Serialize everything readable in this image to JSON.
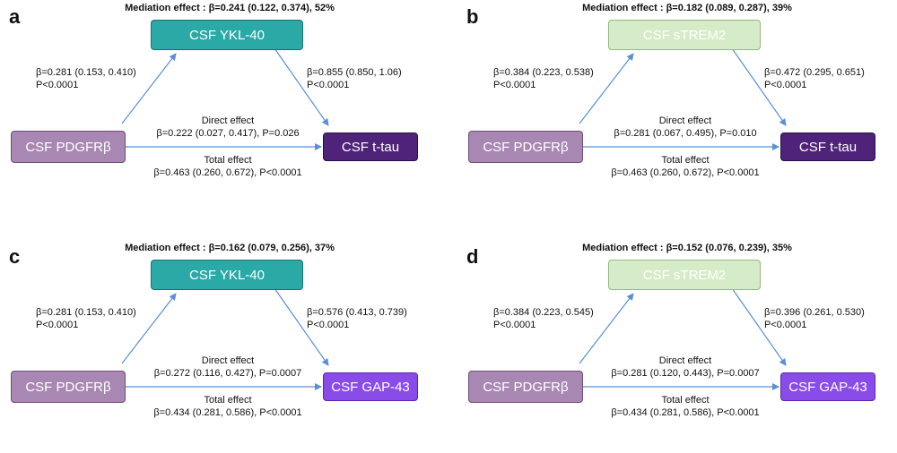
{
  "panels": [
    {
      "letter": "a",
      "mediation": "Mediation effect : β=0.241 (0.122, 0.374), 52%",
      "mediator": {
        "label": "CSF YKL-40",
        "color": "#2aa9a7",
        "border": "#15706e",
        "text": "#ffffff"
      },
      "exposure": {
        "label": "CSF PDGFRβ",
        "color": "#a888b2",
        "border": "#6f4e7a"
      },
      "outcome": {
        "label": "CSF t-tau",
        "color": "#4e2379",
        "border": "#2a0f48"
      },
      "a_path": {
        "beta": "β=0.281 (0.153, 0.410)",
        "p": "P<0.0001"
      },
      "b_path": {
        "beta": "β=0.855 (0.850, 1.06)",
        "p": "P<0.0001"
      },
      "direct": {
        "title": "Direct effect",
        "value": "β=0.222 (0.027, 0.417), P=0.026"
      },
      "total": {
        "title": "Total effect",
        "value": "β=0.463 (0.260, 0.672), P<0.0001"
      }
    },
    {
      "letter": "b",
      "mediation": "Mediation effect : β=0.182 (0.089, 0.287), 39%",
      "mediator": {
        "label": "CSF sTREM2",
        "color": "#d6ecc8",
        "border": "#93b87d",
        "text": "#ffffff"
      },
      "exposure": {
        "label": "CSF PDGFRβ",
        "color": "#a888b2",
        "border": "#6f4e7a"
      },
      "outcome": {
        "label": "CSF t-tau",
        "color": "#4e2379",
        "border": "#2a0f48"
      },
      "a_path": {
        "beta": "β=0.384 (0.223, 0.538)",
        "p": "P<0.0001"
      },
      "b_path": {
        "beta": "β=0.472 (0.295, 0.651)",
        "p": "P<0.0001"
      },
      "direct": {
        "title": "Direct effect",
        "value": "β=0.281 (0.067, 0.495), P=0.010"
      },
      "total": {
        "title": "Total effect",
        "value": "β=0.463 (0.260, 0.672), P<0.0001"
      }
    },
    {
      "letter": "c",
      "mediation": "Mediation effect : β=0.162 (0.079, 0.256), 37%",
      "mediator": {
        "label": "CSF YKL-40",
        "color": "#2aa9a7",
        "border": "#15706e",
        "text": "#ffffff"
      },
      "exposure": {
        "label": "CSF PDGFRβ",
        "color": "#a888b2",
        "border": "#6f4e7a"
      },
      "outcome": {
        "label": "CSF GAP-43",
        "color": "#8a4ce8",
        "border": "#5a24b0"
      },
      "a_path": {
        "beta": "β=0.281 (0.153, 0.410)",
        "p": "P<0.0001"
      },
      "b_path": {
        "beta": "β=0.576 (0.413, 0.739)",
        "p": "P<0.0001"
      },
      "direct": {
        "title": "Direct effect",
        "value": "β=0.272 (0.116, 0.427), P=0.0007"
      },
      "total": {
        "title": "Total effect",
        "value": "β=0.434 (0.281, 0.586), P<0.0001"
      }
    },
    {
      "letter": "d",
      "mediation": "Mediation effect : β=0.152 (0.076, 0.239), 35%",
      "mediator": {
        "label": "CSF sTREM2",
        "color": "#d6ecc8",
        "border": "#93b87d",
        "text": "#ffffff"
      },
      "exposure": {
        "label": "CSF PDGFRβ",
        "color": "#a888b2",
        "border": "#6f4e7a"
      },
      "outcome": {
        "label": "CSF GAP-43",
        "color": "#8a4ce8",
        "border": "#5a24b0"
      },
      "a_path": {
        "beta": "β=0.384 (0.223, 0.545)",
        "p": "P<0.0001"
      },
      "b_path": {
        "beta": "β=0.396 (0.261, 0.530)",
        "p": "P<0.0001"
      },
      "direct": {
        "title": "Direct effect",
        "value": "β=0.281 (0.120, 0.443), P=0.0007"
      },
      "total": {
        "title": "Total effect",
        "value": "β=0.434 (0.281, 0.586), P<0.0001"
      }
    }
  ],
  "arrow_color": "#5b8fd6"
}
